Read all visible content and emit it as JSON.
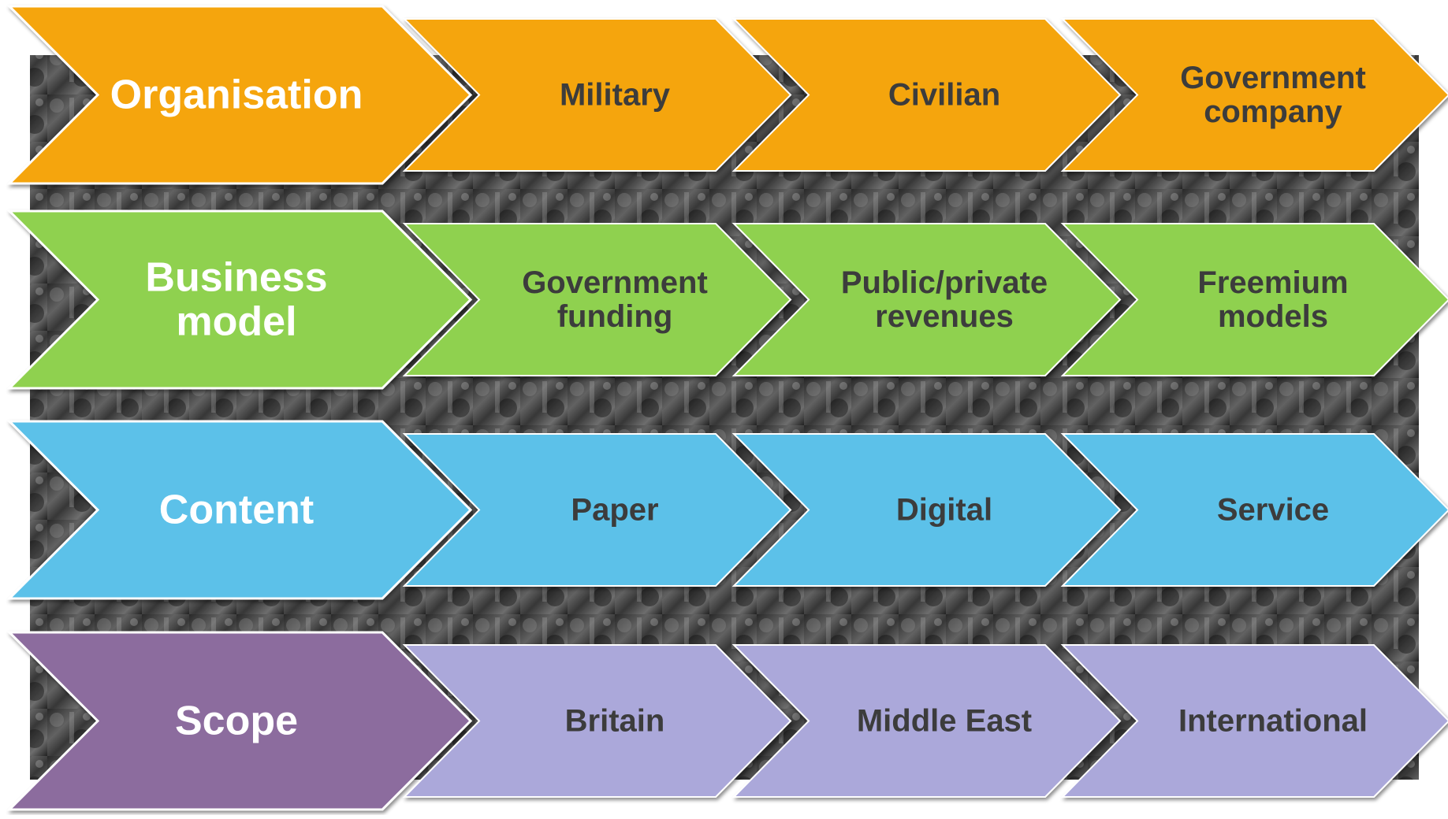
{
  "colors": {
    "orange": "#F5A510",
    "green": "#8FD14F",
    "blue": "#5BC1E9",
    "purple_head": "#8C6C9E",
    "purple_item": "#ABA8DA",
    "head_text": "#FFFFFF",
    "item_text": "#3C3C3C",
    "photo_dark": "#1c1c1c",
    "photo_mid": "#5a5a5a"
  },
  "background": {
    "icon": "vintage-group-photo"
  },
  "rows": [
    {
      "key": "organisation",
      "color": "#F5A510",
      "head_color": "#F5A510",
      "header": [
        "Organisation"
      ],
      "items": [
        [
          "Military"
        ],
        [
          "Civilian"
        ],
        [
          "Government",
          "company"
        ]
      ]
    },
    {
      "key": "business-model",
      "color": "#8FD14F",
      "head_color": "#8FD14F",
      "header": [
        "Business",
        "model"
      ],
      "items": [
        [
          "Government",
          "funding"
        ],
        [
          "Public/private",
          "revenues"
        ],
        [
          "Freemium",
          "models"
        ]
      ]
    },
    {
      "key": "content",
      "color": "#5BC1E9",
      "head_color": "#5BC1E9",
      "header": [
        "Content"
      ],
      "items": [
        [
          "Paper"
        ],
        [
          "Digital"
        ],
        [
          "Service"
        ]
      ]
    },
    {
      "key": "scope",
      "color": "#ABA8DA",
      "head_color": "#8C6C9E",
      "header": [
        "Scope"
      ],
      "items": [
        [
          "Britain"
        ],
        [
          "Middle East"
        ],
        [
          "International"
        ]
      ]
    }
  ]
}
